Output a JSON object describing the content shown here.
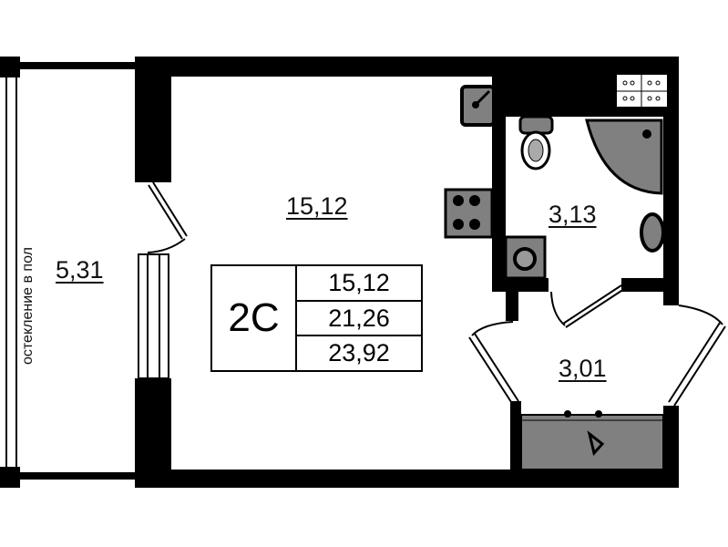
{
  "rooms": {
    "main_room_area": "15,12",
    "bathroom_area": "3,13",
    "hall_area": "3,01",
    "balcony_area": "5,31"
  },
  "balcony_note": "остекление в пол",
  "legend": {
    "code": "2С",
    "living_area": "15,12",
    "total_area": "21,26",
    "total_with_balcony": "23,92"
  },
  "colors": {
    "wall": "#000000",
    "fixture": "#808080"
  }
}
